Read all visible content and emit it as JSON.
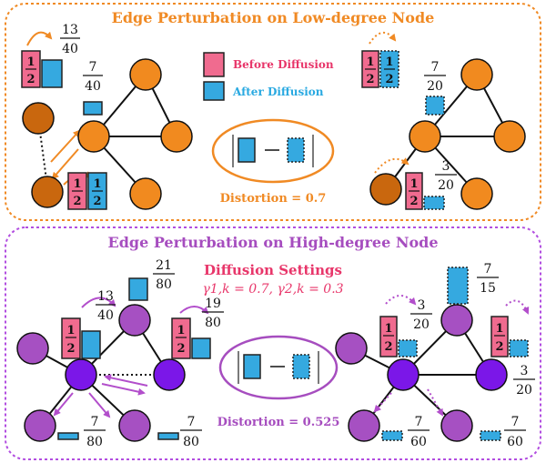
{
  "top_panel": {
    "title": "Edge Perturbation on Low-degree Node",
    "legend_before": "Before Diffusion",
    "legend_after": "After Diffusion",
    "distortion": "Distortion = 0.7",
    "left_fracs": [
      {
        "num": "13",
        "den": "40"
      },
      {
        "num": "7",
        "den": "40"
      }
    ],
    "right_fracs": [
      {
        "num": "7",
        "den": "20"
      },
      {
        "num": "3",
        "den": "20"
      }
    ],
    "inner_frac": {
      "num": "1",
      "den": "2"
    }
  },
  "bottom_panel": {
    "title": "Edge Perturbation on High-degree Node",
    "settings_title": "Diffusion Settings",
    "settings_gammas": "γ1,k = 0.7, γ2,k = 0.3",
    "distortion": "Distortion = 0.525",
    "left_fracs": [
      {
        "num": "13",
        "den": "40"
      },
      {
        "num": "21",
        "den": "80"
      },
      {
        "num": "19",
        "den": "80"
      },
      {
        "num": "7",
        "den": "80"
      },
      {
        "num": "7",
        "den": "80"
      }
    ],
    "right_fracs": [
      {
        "num": "3",
        "den": "20"
      },
      {
        "num": "7",
        "den": "15"
      },
      {
        "num": "3",
        "den": "20"
      },
      {
        "num": "7",
        "den": "60"
      },
      {
        "num": "7",
        "den": "60"
      }
    ],
    "inner_frac": {
      "num": "1",
      "den": "2"
    }
  },
  "colors": {
    "orange_node": "#f18a1f",
    "dark_orange_node": "#c9670e",
    "purple_node": "#a650c2",
    "violet_node": "#7b17e8",
    "pink_bar": "#f06b8f",
    "blue_bar": "#35a9e0",
    "top_frame": "#f08a24",
    "bottom_frame": "#b24ee0"
  }
}
